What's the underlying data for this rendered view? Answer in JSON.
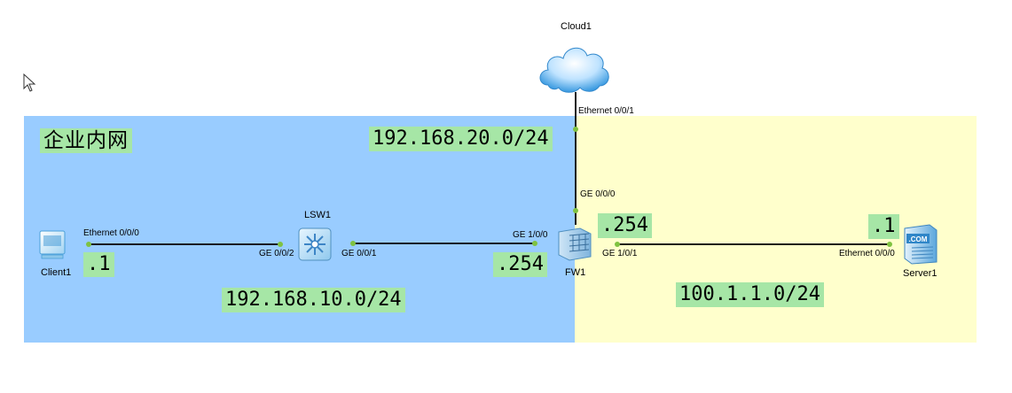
{
  "zones": {
    "inner_title": "企业内网"
  },
  "subnets": {
    "cloud_net": "192.168.20.0/24",
    "lan_net": "192.168.10.0/24",
    "wan_net": "100.1.1.0/24"
  },
  "hosts": {
    "client_addr": ".1",
    "fw_lan_addr": ".254",
    "fw_wan_addr": ".254",
    "server_addr": ".1"
  },
  "devices": {
    "cloud": "Cloud1",
    "switch": "LSW1",
    "firewall": "FW1",
    "client": "Client1",
    "server": "Server1"
  },
  "ports": {
    "cloud_eth": "Ethernet 0/0/1",
    "fw_ge000": "GE 0/0/0",
    "client_eth": "Ethernet 0/0/0",
    "sw_ge002": "GE 0/0/2",
    "sw_ge001": "GE 0/0/1",
    "fw_ge100": "GE 1/0/0",
    "fw_ge101": "GE 1/0/1",
    "server_eth": "Ethernet 0/0/0"
  },
  "colors": {
    "inner_zone": "#99ccff",
    "outer_zone": "#ffffcc",
    "label_bg": "#a6e6a6",
    "port_dot": "#7fc241"
  },
  "icons": [
    "cursor-icon",
    "cloud-icon",
    "switch-icon",
    "firewall-icon",
    "client-pc-icon",
    "server-icon"
  ]
}
